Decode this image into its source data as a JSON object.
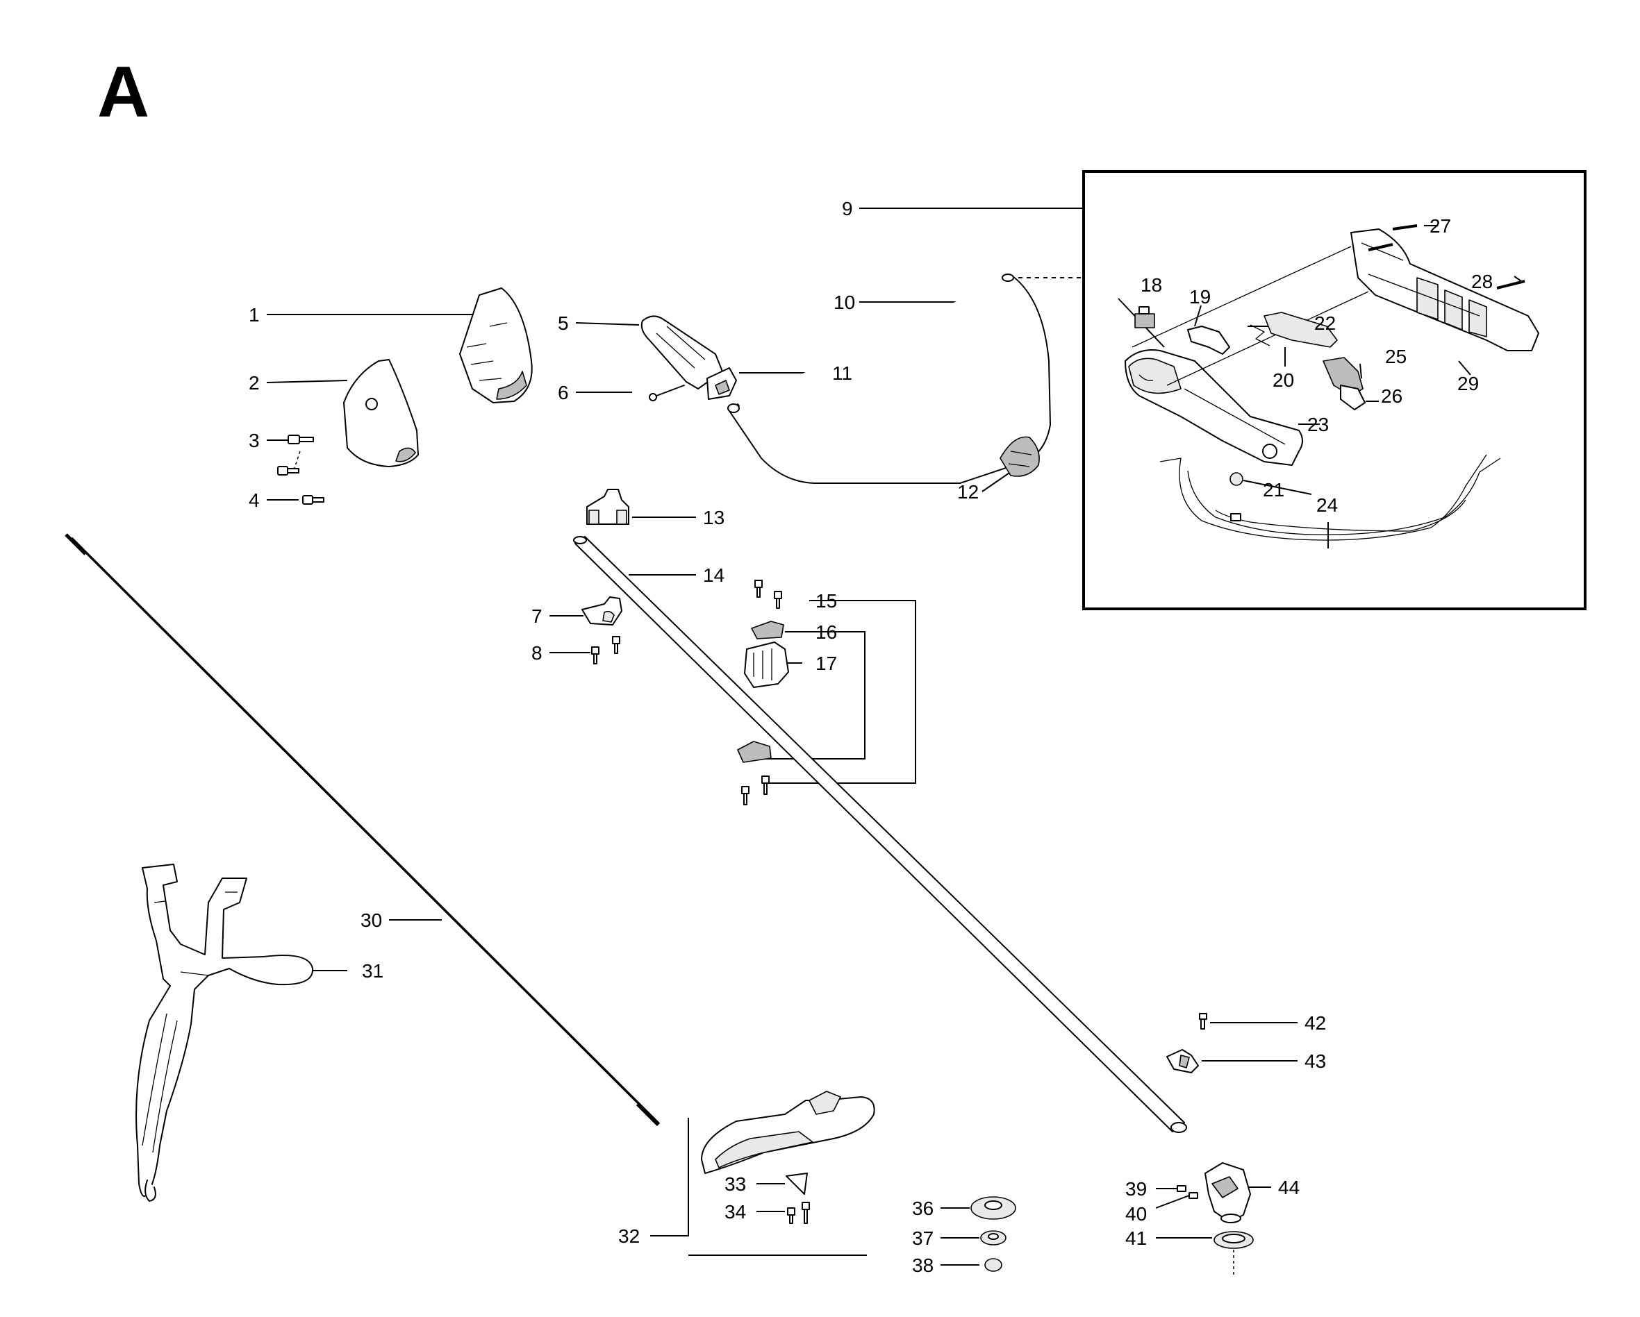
{
  "sheet_letter": "A",
  "callouts": {
    "c1": "1",
    "c2": "2",
    "c3": "3",
    "c4": "4",
    "c5": "5",
    "c6": "6",
    "c7": "7",
    "c8": "8",
    "c9": "9",
    "c10": "10",
    "c11": "11",
    "c12": "12",
    "c13": "13",
    "c14": "14",
    "c15": "15",
    "c16": "16",
    "c17": "17",
    "c18": "18",
    "c19": "19",
    "c20": "20",
    "c21": "21",
    "c22": "22",
    "c23": "23",
    "c24": "24",
    "c25": "25",
    "c26": "26",
    "c27": "27",
    "c28": "28",
    "c29": "29",
    "c30": "30",
    "c31": "31",
    "c32": "32",
    "c33": "33",
    "c34": "34",
    "c36": "36",
    "c37": "37",
    "c38": "38",
    "c39": "39",
    "c40": "40",
    "c41": "41",
    "c42": "42",
    "c43": "43",
    "c44": "44"
  }
}
